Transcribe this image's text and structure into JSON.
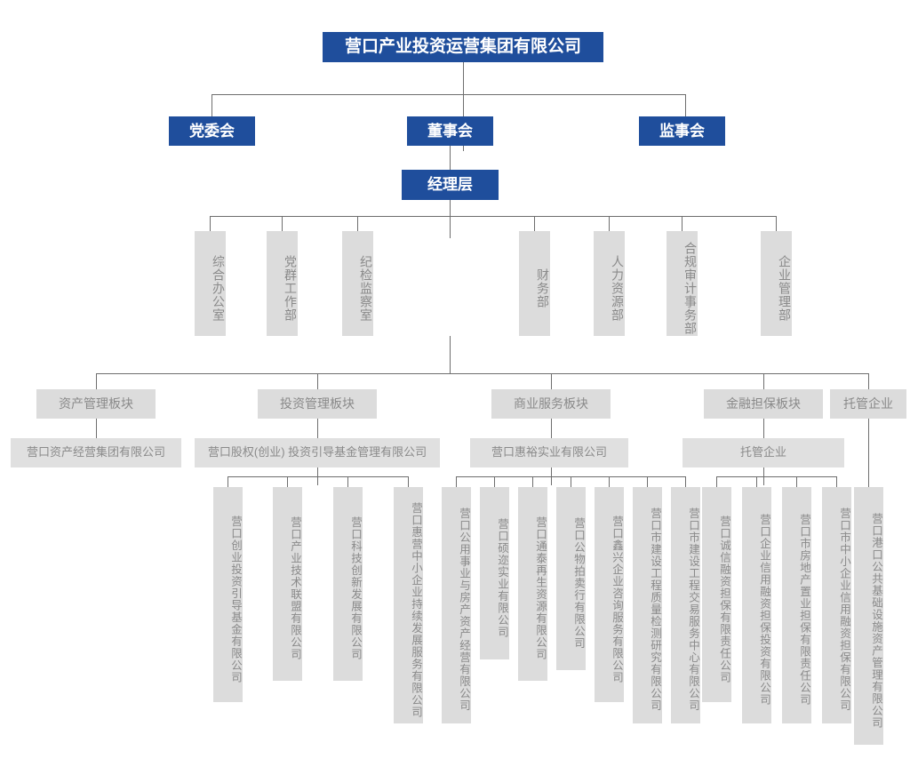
{
  "org_chart": {
    "type": "org-chart",
    "title": "营口产业投资运营集团有限公司",
    "colors": {
      "accent_blue": "#1F4E9C",
      "box_gray": "#DCDCDC",
      "text_gray": "#8A8A8A",
      "connector_gray": "#6E6E6E",
      "background": "#FFFFFF"
    },
    "root": {
      "label": "营口产业投资运营集团有限公司"
    },
    "governance": [
      {
        "label": "党委会"
      },
      {
        "label": "董事会"
      },
      {
        "label": "监事会"
      }
    ],
    "management": {
      "label": "经理层"
    },
    "departments_left": [
      {
        "label": "综合办公室"
      },
      {
        "label": "党群工作部"
      },
      {
        "label": "纪检监察室"
      }
    ],
    "departments_right": [
      {
        "label": "财务部"
      },
      {
        "label": "人力资源部"
      },
      {
        "label": "合规审计事务部"
      },
      {
        "label": "企业管理部"
      }
    ],
    "segments": [
      {
        "label": "资产管理板块",
        "platform": "营口资产经营集团有限公司",
        "children": []
      },
      {
        "label": "投资管理板块",
        "platform": "营口股权(创业) 投资引导基金管理有限公司",
        "children": [
          {
            "label": "营口创业投资引导基金有限公司"
          },
          {
            "label": "营口产业技术联盟有限公司"
          },
          {
            "label": "营口科技创新发展有限公司"
          },
          {
            "label": "营口惠营中小企业持续发展服务有限公司"
          }
        ]
      },
      {
        "label": "商业服务板块",
        "platform": "营口惠裕实业有限公司",
        "children": [
          {
            "label": "营口公用事业与房产资产经营有限公司"
          },
          {
            "label": "营口硕迩实业有限公司"
          },
          {
            "label": "营口通泰再生资源有限公司"
          },
          {
            "label": "营口公物拍卖行有限公司"
          },
          {
            "label": "营口鑫兴企业咨询服务有限公司"
          },
          {
            "label": "营口市建设工程质量检测研究有限公司"
          },
          {
            "label": "营口市建设工程交易服务中心有限公司"
          }
        ]
      },
      {
        "label": "金融担保板块",
        "platform": "托管企业",
        "children": [
          {
            "label": "营口诚信融资担保有限责任公司"
          },
          {
            "label": "营口企业信用融资担保投资有限公司"
          },
          {
            "label": "营口市房地产置业担保有限责任公司"
          },
          {
            "label": "营口市中小企业信用融资担保有限公司"
          }
        ]
      },
      {
        "label": "托管企业",
        "platform": null,
        "children": [
          {
            "label": "营口港口公共基础设施资产管理有限公司"
          }
        ]
      }
    ]
  }
}
